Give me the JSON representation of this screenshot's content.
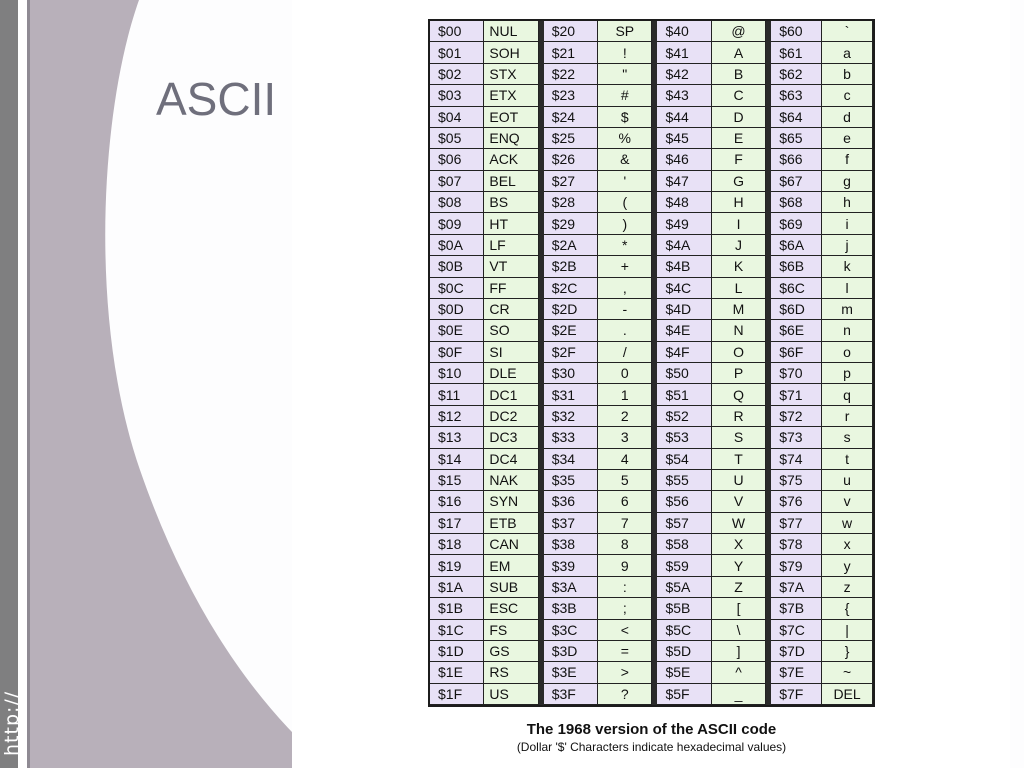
{
  "slide": {
    "title": "ASCII",
    "side_text": "http://"
  },
  "colors": {
    "left_bar": "#b8b0ba",
    "stripe": "#7f7f80",
    "code_cell": "#e8e1f6",
    "char_cell": "#e9f7e0"
  },
  "table": {
    "groups": [
      {
        "codes": [
          "$00",
          "$01",
          "$02",
          "$03",
          "$04",
          "$05",
          "$06",
          "$07",
          "$08",
          "$09",
          "$0A",
          "$0B",
          "$0C",
          "$0D",
          "$0E",
          "$0F",
          "$10",
          "$11",
          "$12",
          "$13",
          "$14",
          "$15",
          "$16",
          "$17",
          "$18",
          "$19",
          "$1A",
          "$1B",
          "$1C",
          "$1D",
          "$1E",
          "$1F"
        ],
        "chars": [
          "NUL",
          "SOH",
          "STX",
          "ETX",
          "EOT",
          "ENQ",
          "ACK",
          "BEL",
          "BS",
          "HT",
          "LF",
          "VT",
          "FF",
          "CR",
          "SO",
          "SI",
          "DLE",
          "DC1",
          "DC2",
          "DC3",
          "DC4",
          "NAK",
          "SYN",
          "ETB",
          "CAN",
          "EM",
          "SUB",
          "ESC",
          "FS",
          "GS",
          "RS",
          "US"
        ]
      },
      {
        "codes": [
          "$20",
          "$21",
          "$22",
          "$23",
          "$24",
          "$25",
          "$26",
          "$27",
          "$28",
          "$29",
          "$2A",
          "$2B",
          "$2C",
          "$2D",
          "$2E",
          "$2F",
          "$30",
          "$31",
          "$32",
          "$33",
          "$34",
          "$35",
          "$36",
          "$37",
          "$38",
          "$39",
          "$3A",
          "$3B",
          "$3C",
          "$3D",
          "$3E",
          "$3F"
        ],
        "chars": [
          "SP",
          "!",
          "\"",
          "#",
          "$",
          "%",
          "&",
          "'",
          "(",
          ")",
          "*",
          "+",
          ",",
          "-",
          ".",
          "/",
          "0",
          "1",
          "2",
          "3",
          "4",
          "5",
          "6",
          "7",
          "8",
          "9",
          ":",
          ";",
          "<",
          "=",
          ">",
          "?"
        ]
      },
      {
        "codes": [
          "$40",
          "$41",
          "$42",
          "$43",
          "$44",
          "$45",
          "$46",
          "$47",
          "$48",
          "$49",
          "$4A",
          "$4B",
          "$4C",
          "$4D",
          "$4E",
          "$4F",
          "$50",
          "$51",
          "$52",
          "$53",
          "$54",
          "$55",
          "$56",
          "$57",
          "$58",
          "$59",
          "$5A",
          "$5B",
          "$5C",
          "$5D",
          "$5E",
          "$5F"
        ],
        "chars": [
          "@",
          "A",
          "B",
          "C",
          "D",
          "E",
          "F",
          "G",
          "H",
          "I",
          "J",
          "K",
          "L",
          "M",
          "N",
          "O",
          "P",
          "Q",
          "R",
          "S",
          "T",
          "U",
          "V",
          "W",
          "X",
          "Y",
          "Z",
          "[",
          "\\",
          "]",
          "^",
          "_"
        ]
      },
      {
        "codes": [
          "$60",
          "$61",
          "$62",
          "$63",
          "$64",
          "$65",
          "$66",
          "$67",
          "$68",
          "$69",
          "$6A",
          "$6B",
          "$6C",
          "$6D",
          "$6E",
          "$6F",
          "$70",
          "$71",
          "$72",
          "$73",
          "$74",
          "$75",
          "$76",
          "$77",
          "$78",
          "$79",
          "$7A",
          "$7B",
          "$7C",
          "$7D",
          "$7E",
          "$7F"
        ],
        "chars": [
          "`",
          "a",
          "b",
          "c",
          "d",
          "e",
          "f",
          "g",
          "h",
          "i",
          "j",
          "k",
          "l",
          "m",
          "n",
          "o",
          "p",
          "q",
          "r",
          "s",
          "t",
          "u",
          "v",
          "w",
          "x",
          "y",
          "z",
          "{",
          "|",
          "}",
          "~",
          "DEL"
        ]
      }
    ],
    "caption": {
      "title": "The 1968 version of the ASCII code",
      "subtitle": "(Dollar '$' Characters indicate hexadecimal values)"
    }
  }
}
